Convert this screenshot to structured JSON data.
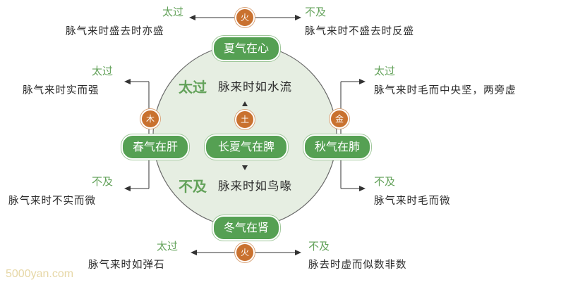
{
  "center": {
    "element": "土",
    "label": "长夏气在脾",
    "excess_tag": "太过",
    "excess_desc": "脉来时如水流",
    "deficient_tag": "不及",
    "deficient_desc": "脉来时如鸟喙"
  },
  "top": {
    "element": "火",
    "label": "夏气在心",
    "excess_tag": "太过",
    "excess_desc": "脉气来时盛去时亦盛",
    "deficient_tag": "不及",
    "deficient_desc": "脉气来时不盛去时反盛"
  },
  "left": {
    "element": "木",
    "label": "春气在肝",
    "excess_tag": "太过",
    "excess_desc": "脉气来时实而强",
    "deficient_tag": "不及",
    "deficient_desc": "脉气来时不实而微"
  },
  "right": {
    "element": "金",
    "label": "秋气在肺",
    "excess_tag": "太过",
    "excess_desc": "脉气来时毛而中央坚，两旁虚",
    "deficient_tag": "不及",
    "deficient_desc": "脉气来时毛而微"
  },
  "bottom": {
    "element": "火",
    "label": "冬气在肾",
    "excess_tag": "太过",
    "excess_desc": "脉气来时如弹石",
    "deficient_tag": "不及",
    "deficient_desc": "脉去时虚而似数非数"
  },
  "watermark": "5000yan.com",
  "colors": {
    "accent_green": "#63a25a",
    "circle_fill": "#e6eee2",
    "element_orange": "#c9712f"
  }
}
